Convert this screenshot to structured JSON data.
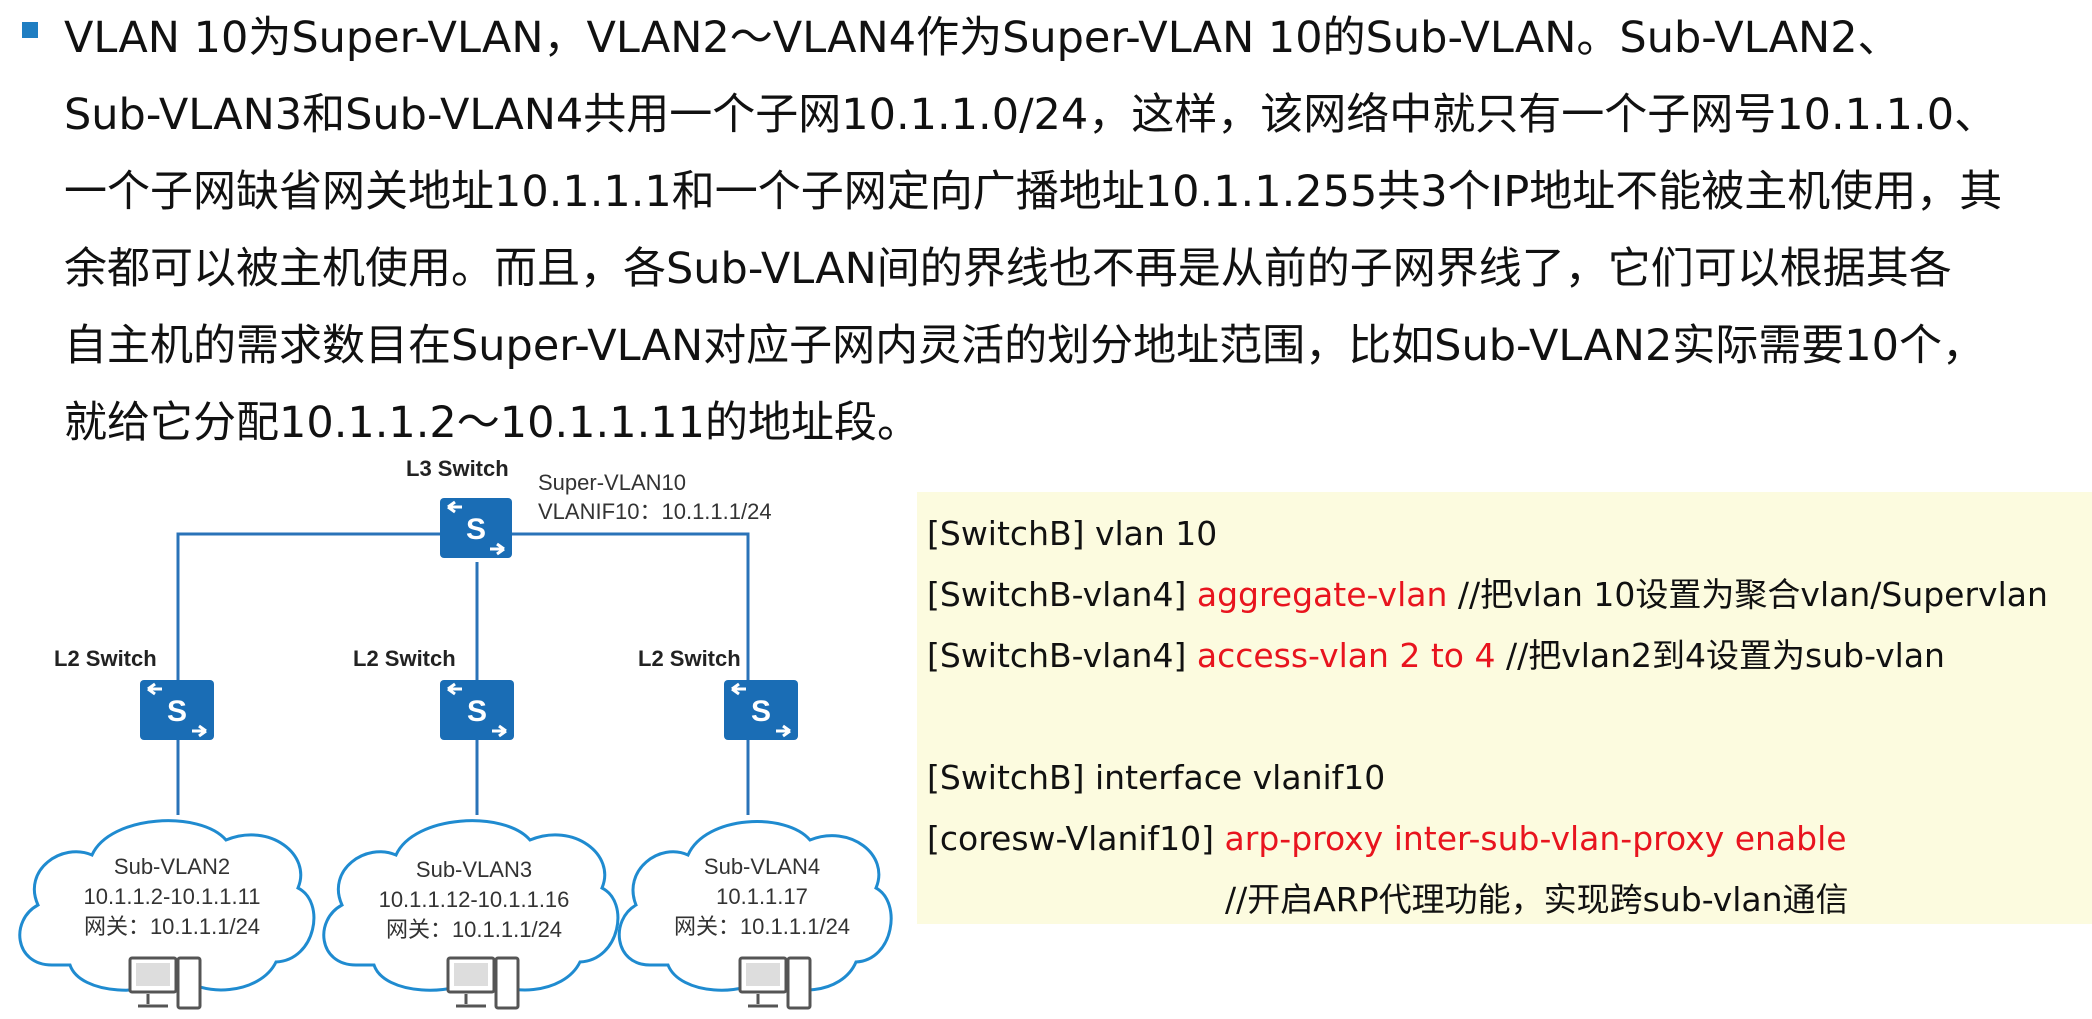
{
  "paragraph": {
    "lines": [
      "VLAN 10为Super-VLAN，VLAN2～VLAN4作为Super-VLAN 10的Sub-VLAN。Sub-VLAN2、",
      "Sub-VLAN3和Sub-VLAN4共用一个子网10.1.1.0/24，这样，该网络中就只有一个子网号10.1.1.0、",
      "一个子网缺省网关地址10.1.1.1和一个子网定向广播地址10.1.1.255共3个IP地址不能被主机使用，其",
      "余都可以被主机使用。而且，各Sub-VLAN间的界线也不再是从前的子网界线了，它们可以根据其各",
      "自主机的需求数目在Super-VLAN对应子网内灵活的划分地址范围，比如Sub-VLAN2实际需要10个，",
      "就给它分配10.1.1.2～10.1.1.11的地址段。"
    ]
  },
  "diagram": {
    "l3_label": "L3 Switch",
    "super_vlan_label": "Super-VLAN10",
    "vlanif_label": "VLANIF10：10.1.1.1/24",
    "switch_glyph": "S",
    "l2_labels": [
      "L2 Switch",
      "L2 Switch",
      "L2 Switch"
    ],
    "clouds": [
      {
        "name": "Sub-VLAN2",
        "range": "10.1.1.2-10.1.1.11",
        "gateway": "网关：10.1.1.1/24"
      },
      {
        "name": "Sub-VLAN3",
        "range": "10.1.1.12-10.1.1.16",
        "gateway": "网关：10.1.1.1/24"
      },
      {
        "name": "Sub-VLAN4",
        "range": "10.1.1.17",
        "gateway": "网关：10.1.1.1/24"
      }
    ],
    "colors": {
      "switch": "#1a6db5",
      "link": "#2a73b8",
      "cloud_stroke": "#1f8bd0"
    }
  },
  "code": {
    "line1": {
      "prefix": "[SwitchB] vlan 10"
    },
    "line2": {
      "prefix": "[SwitchB-vlan4] ",
      "cmd": "aggregate-vlan",
      "comment": "   //把vlan 10设置为聚合vlan/Supervlan"
    },
    "line3": {
      "prefix": "[SwitchB-vlan4] ",
      "cmd": "access-vlan 2 to 4",
      "comment": "  //把vlan2到4设置为sub-vlan"
    },
    "line4": {
      "prefix": "[SwitchB] interface vlanif10"
    },
    "line5": {
      "prefix": "[coresw-Vlanif10] ",
      "cmd": "arp-proxy inter-sub-vlan-proxy enable"
    },
    "line6": {
      "comment": "//开启ARP代理功能，实现跨sub-vlan通信"
    },
    "colors": {
      "background": "#fcfbdf",
      "command": "#e8141e"
    }
  }
}
